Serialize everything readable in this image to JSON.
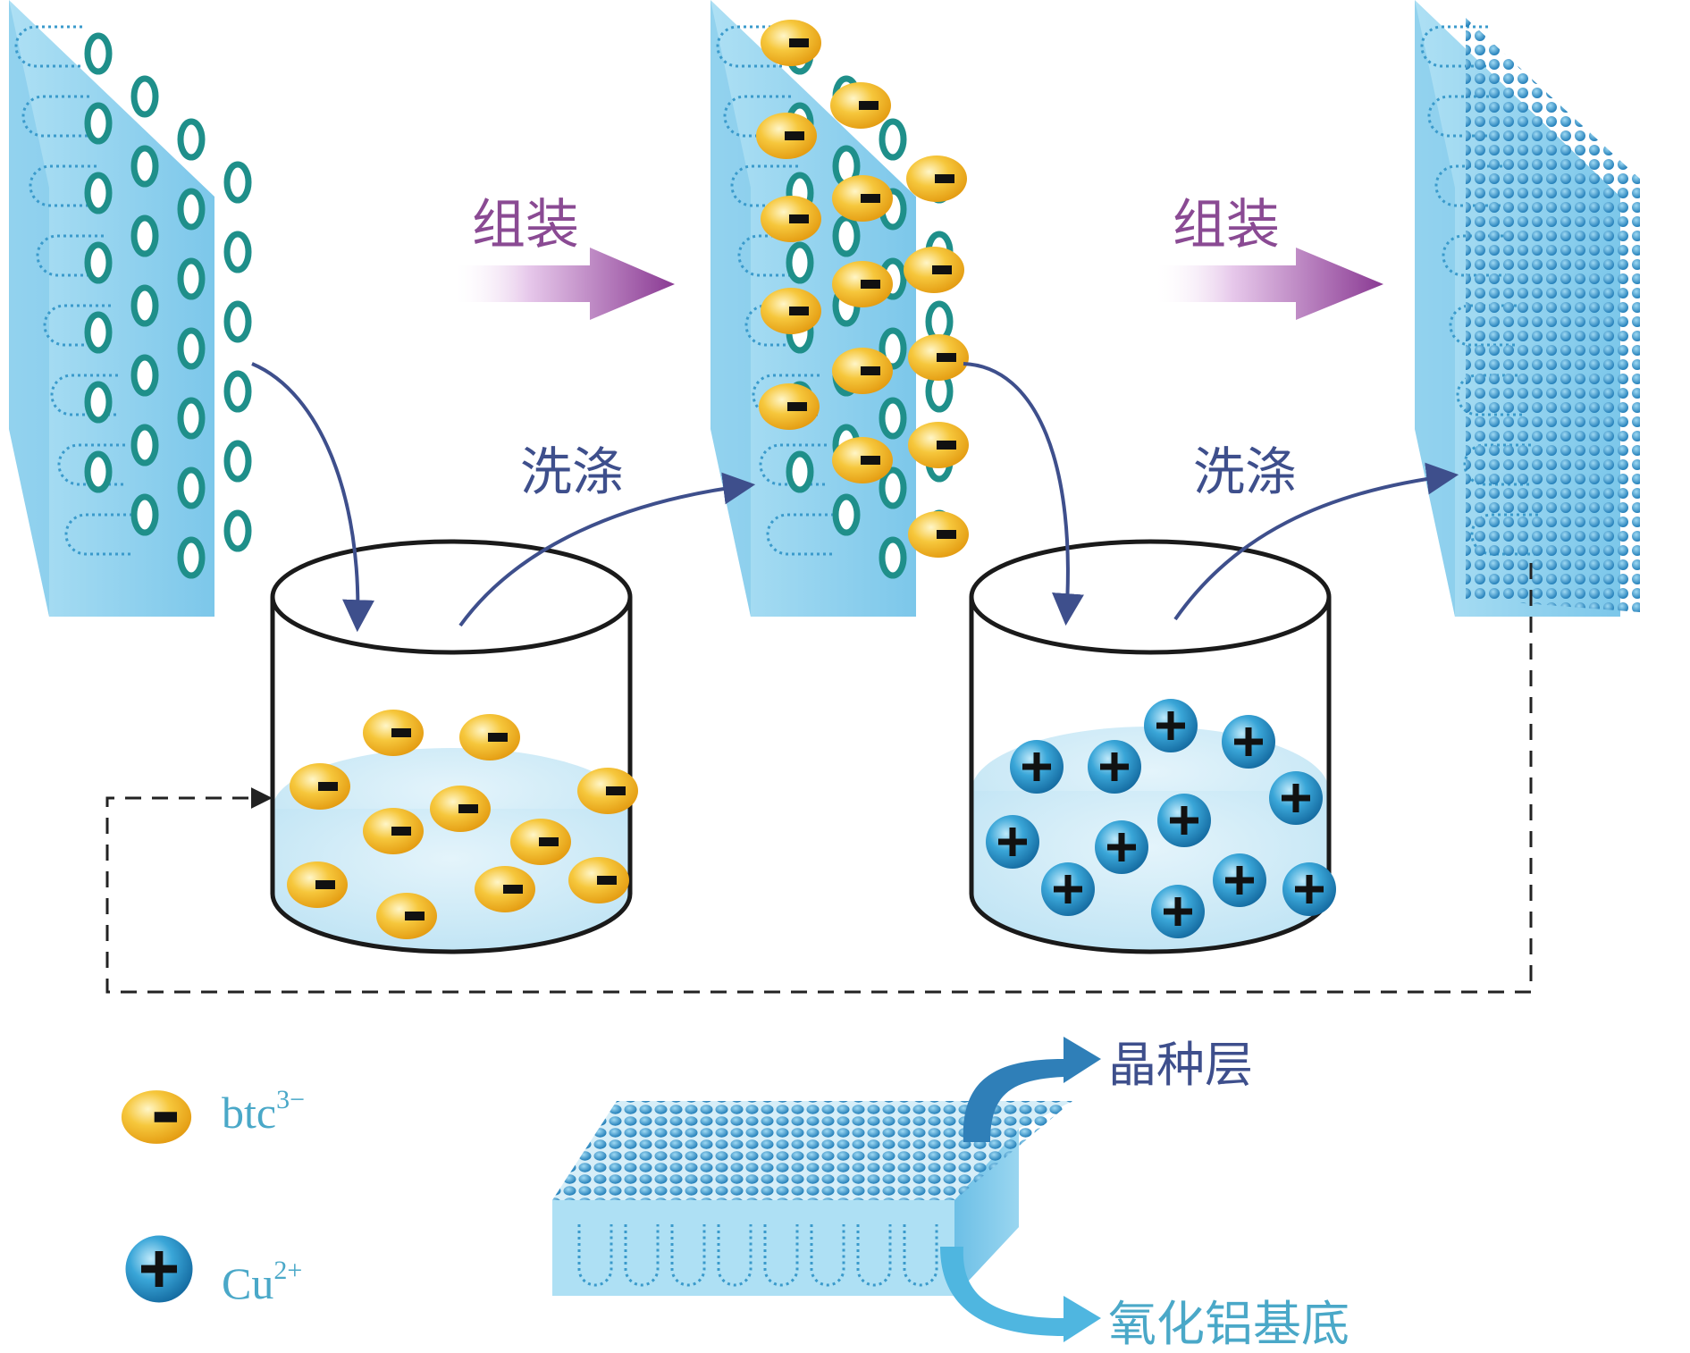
{
  "labels": {
    "assemble_1": "组装",
    "assemble_2": "组装",
    "wash_1": "洗涤",
    "wash_2": "洗涤",
    "seed_layer": "晶种层",
    "substrate": "氧化铝基底"
  },
  "legend": {
    "anion": {
      "base": "btc",
      "sup": "3−"
    },
    "cation": {
      "base": "Cu",
      "sup": "2+"
    }
  },
  "colors": {
    "plate": "#8fd0ec",
    "plate_dark": "#5fb8e0",
    "pore": "#1f8f8a",
    "anion": "#f2b21c",
    "cation": "#1e86c0",
    "assemble_text": "#8a4a93",
    "wash_text": "#3e4f8c",
    "arrow": "#3e4f8c",
    "legend_text": "#4aa8c8"
  }
}
